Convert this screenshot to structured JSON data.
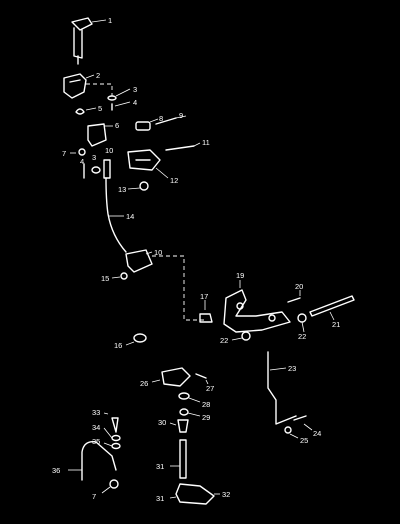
{
  "diagram": {
    "callouts": [
      "1",
      "2",
      "3",
      "4",
      "5",
      "6",
      "7",
      "8",
      "9",
      "10",
      "11",
      "12",
      "13",
      "14",
      "15",
      "16",
      "17",
      "19",
      "20",
      "21",
      "22",
      "23",
      "24",
      "25",
      "26",
      "27",
      "28",
      "29",
      "30",
      "31",
      "32",
      "33",
      "34",
      "35",
      "36"
    ],
    "extra": {
      "c3b": "3",
      "c4b": "4",
      "c7b": "7",
      "c10b": "10",
      "c22b": "22",
      "c31b": "31"
    }
  }
}
